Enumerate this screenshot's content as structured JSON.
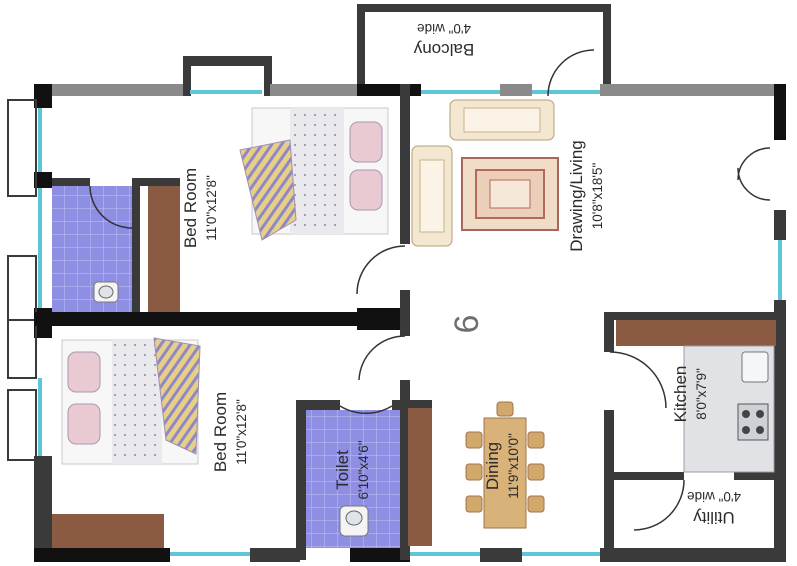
{
  "unit_number": "6",
  "rooms": {
    "bedroom_top": {
      "name": "Bed Room",
      "size": "11'0\"x12'8\""
    },
    "bedroom_bottom": {
      "name": "Bed Room",
      "size": "11'0\"x12'8\""
    },
    "drawing_living": {
      "name": "Drawing/Living",
      "size": "10'8\"x18'5\""
    },
    "balcony": {
      "name": "Balcony",
      "size": "4'0\" wide"
    },
    "kitchen": {
      "name": "Kitchen",
      "size": "8'0\"x7'9\""
    },
    "utility": {
      "name": "Utility",
      "size": "4'0\" wide"
    },
    "dining": {
      "name": "Dining",
      "size": "11'9\"x10'0\""
    },
    "toilet": {
      "name": "Toilet",
      "size": "6'10\"x4'6\""
    }
  },
  "colors": {
    "wall": "#3a3a3a",
    "wall_dark": "#111111",
    "wall_light": "#8a8a8a",
    "window": "#5ec6d6",
    "tile": "#8f8fe0",
    "wardrobe": "#8a5a42",
    "floor": "#ffffff"
  },
  "icons": [
    "bed-icon",
    "sofa-icon",
    "rug-icon",
    "dining-table-icon",
    "wc-icon",
    "sink-icon",
    "stove-icon",
    "door-swing-icon"
  ]
}
